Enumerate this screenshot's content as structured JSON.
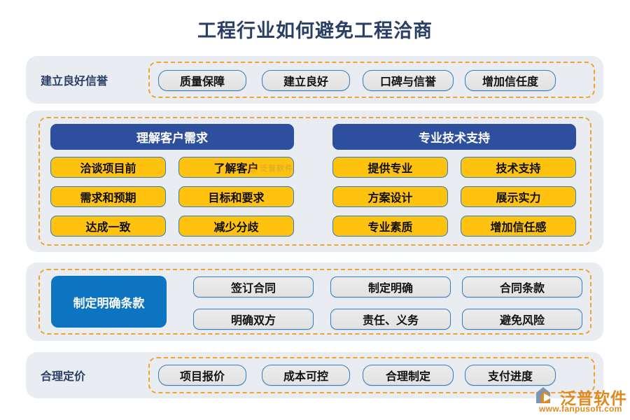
{
  "page": {
    "title": "工程行业如何避免工程洽商",
    "colors": {
      "title": "#2b3f66",
      "panel_bg": "#e9edf1",
      "dashed_border": "#f0a32a",
      "chip_yellow": "#ffc20e",
      "header_navy": "#2e4f9e",
      "header_blue": "#0c74c0",
      "pill_border": "#2f7fc4",
      "pill_bg": "#e8e8e8"
    }
  },
  "sections": [
    {
      "label": "建立良好信誉",
      "pills": [
        "质量保障",
        "建立良好",
        "口碑与信誉",
        "增加信任度"
      ]
    },
    {
      "columns": [
        {
          "header": "理解客户需求",
          "chips": [
            "洽谈项目前",
            "了解客户",
            "需求和预期",
            "目标和要求",
            "达成一致",
            "减少分歧"
          ]
        },
        {
          "header": "专业技术支持",
          "chips": [
            "提供专业",
            "技术支持",
            "方案设计",
            "展示实力",
            "专业素质",
            "增加信任感"
          ]
        }
      ]
    },
    {
      "header": "制定明确条款",
      "pills": [
        "签订合同",
        "制定明确",
        "合同条款",
        "明确双方",
        "责任、义务",
        "避免风险"
      ]
    },
    {
      "label": "合理定价",
      "pills": [
        "项目报价",
        "成本可控",
        "合理制定",
        "支付进度"
      ]
    }
  ],
  "watermarks": {
    "center": "泛普软件",
    "logo_text": "泛普软件",
    "logo_url": "www.fanpusoft.com"
  }
}
